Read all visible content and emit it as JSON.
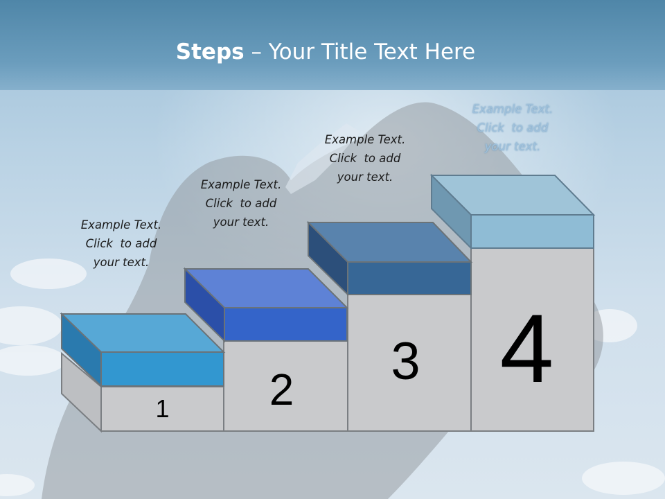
{
  "slide": {
    "title_bold": "Steps",
    "title_rest": " – Your Title Text Here"
  },
  "steps": [
    {
      "number": "1",
      "caption_l1": "Example Text.",
      "caption_l2": "Click  to add",
      "caption_l3": "your text.",
      "color": "#3a9ad4"
    },
    {
      "number": "2",
      "caption_l1": "Example Text.",
      "caption_l2": "Click  to add",
      "caption_l3": "your text.",
      "color": "#3a64cc"
    },
    {
      "number": "3",
      "caption_l1": "Example Text.",
      "caption_l2": "Click  to add",
      "caption_l3": "your text.",
      "color": "#3d6e9f"
    },
    {
      "number": "4",
      "caption_l1": "Example Text.",
      "caption_l2": "Click  to add",
      "caption_l3": "your text.",
      "color": "#9ec6dc"
    }
  ]
}
